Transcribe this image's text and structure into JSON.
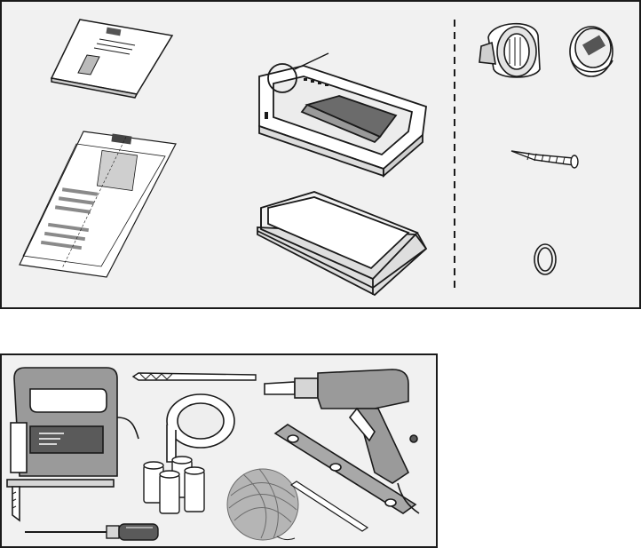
{
  "panels": {
    "kit": {
      "items": [
        {
          "name": "user-manual"
        },
        {
          "name": "cutting-template"
        },
        {
          "name": "door-frame-with-tunnel"
        },
        {
          "name": "outer-frame"
        },
        {
          "name": "screw-cover-cap"
        },
        {
          "name": "battery-cap"
        },
        {
          "name": "screw"
        },
        {
          "name": "o-ring"
        }
      ]
    },
    "tools": {
      "items": [
        {
          "name": "jigsaw"
        },
        {
          "name": "drill-bit"
        },
        {
          "name": "tape-roll"
        },
        {
          "name": "batteries"
        },
        {
          "name": "twine-ball"
        },
        {
          "name": "screwdriver"
        },
        {
          "name": "pencil"
        },
        {
          "name": "spirit-level"
        },
        {
          "name": "power-drill"
        }
      ]
    }
  },
  "colors": {
    "panel_bg": "#f1f1f1",
    "outline": "#1a1a1a",
    "dark_fill": "#6b6b6b",
    "mid_fill": "#a8a8a8",
    "light_fill": "#d6d6d6"
  },
  "icons": {
    "manual": "booklet-icon",
    "template": "template-sheet-icon",
    "door": "pet-door-frame-icon",
    "frame": "outer-frame-icon",
    "caps": "cap-icon",
    "screw": "screw-icon",
    "ring": "ring-icon",
    "jigsaw": "jigsaw-icon",
    "drill": "drill-icon"
  }
}
